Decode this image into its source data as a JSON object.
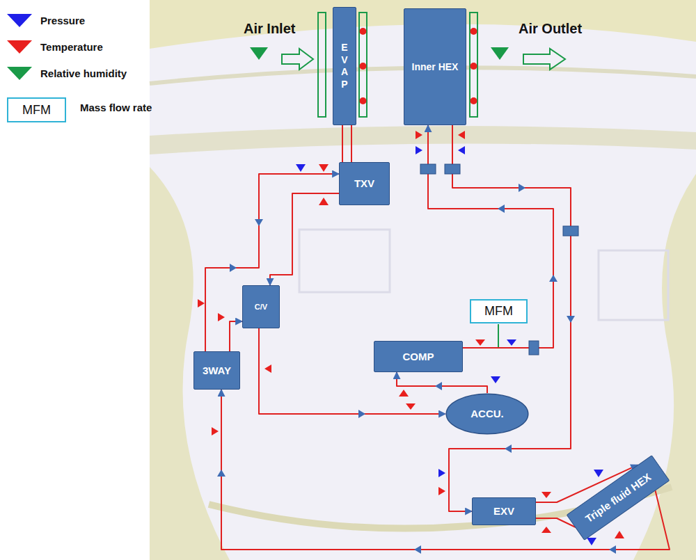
{
  "diagram": {
    "nodes": [
      {
        "text": [
          "E V A P"
        ]
      },
      {
        "text": [
          "Inner HEX"
        ]
      },
      {
        "text": [
          "TXV"
        ]
      },
      {
        "text": [
          "C/V"
        ]
      },
      {
        "text": [
          "3WAY"
        ]
      },
      {
        "text": [
          "COMP"
        ]
      },
      {
        "text": [
          "MFM"
        ]
      },
      {
        "text": [
          "ACCU."
        ]
      },
      {
        "text": [
          "EXV"
        ]
      },
      {
        "text": [
          "Triple fluid HEX"
        ]
      }
    ],
    "edges": [
      {
        "from": 5,
        "to": 1,
        "arrow": "to"
      },
      {
        "from": 1,
        "to": 8,
        "arrow": "to"
      },
      {
        "from": 8,
        "to": 9,
        "arrow": "to"
      },
      {
        "from": 8,
        "to": 9,
        "arrow": "none"
      },
      {
        "from": 9,
        "to": 4,
        "arrow": "to"
      },
      {
        "from": 4,
        "to": 3,
        "arrow": "to"
      },
      {
        "from": 4,
        "to": 2,
        "arrow": "to"
      },
      {
        "from": 2,
        "to": 3,
        "arrow": "to"
      },
      {
        "from": 2,
        "to": 0,
        "arrow": "none"
      },
      {
        "from": 0,
        "to": 2,
        "arrow": "none"
      },
      {
        "from": 3,
        "to": 7,
        "arrow": "to"
      },
      {
        "from": 7,
        "to": 5,
        "arrow": "to"
      }
    ],
    "labels": [
      "Air Inlet",
      "Air Outlet",
      "MFM"
    ],
    "legend": [
      {
        "text": "Pressure",
        "color": "#1f1fe8"
      },
      {
        "text": "Temperature",
        "color": "#e8201e"
      },
      {
        "text": "Relative humidity",
        "color": "#1a9a48"
      },
      {
        "text": "Mass flow rate"
      }
    ]
  }
}
